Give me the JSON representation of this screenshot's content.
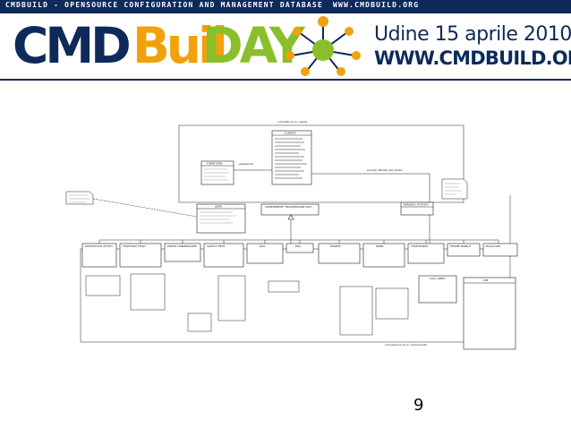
{
  "banner": {
    "top_left_text": "CMDBUILD - OPENSOURCE CONFIGURATION AND MANAGEMENT DATABASE",
    "top_right_text": "WWW.CMDBUILD.ORG",
    "logo_part1": "CMD",
    "logo_part2": "Buil",
    "logo_part3": "DAY",
    "event_date": "Udine 15 aprile 2010",
    "event_url": "WWW.CMDBUILD.ORG",
    "colors": {
      "navy": "#0d2a5a",
      "orange": "#f2a10c",
      "green": "#8abf2c"
    }
  },
  "page_number": "9",
  "diagram": {
    "class_titles": {
      "main": "CLIENTE",
      "fornitore": "FORNITORE",
      "sede": "SEDE",
      "componente": "COMPONENTE TRASMISSIONE DATI",
      "periodo": "PERIODO ATTIVITÀ",
      "c1": "DISPOSITIVO ATTIVO",
      "c2": "TELEFONO FISSO",
      "c3": "PRESE CONNESSIONE",
      "c4": "SWITCH RETE",
      "c5": "NAS",
      "c6": "PDA",
      "c7": "MODEM",
      "c8": "PRINT",
      "c9": "TELEFONINO",
      "c10": "PHONE MOBILE",
      "c11": "CELLULARE",
      "c12": "CALL LIBRO",
      "c13": "SIM"
    },
    "labels": {
      "top_link": "contratto di un cliente",
      "fornitore_link": "assistenza",
      "periodo_link": "periodo attività del cliente",
      "bottom_link": "connessione di un componente"
    }
  }
}
